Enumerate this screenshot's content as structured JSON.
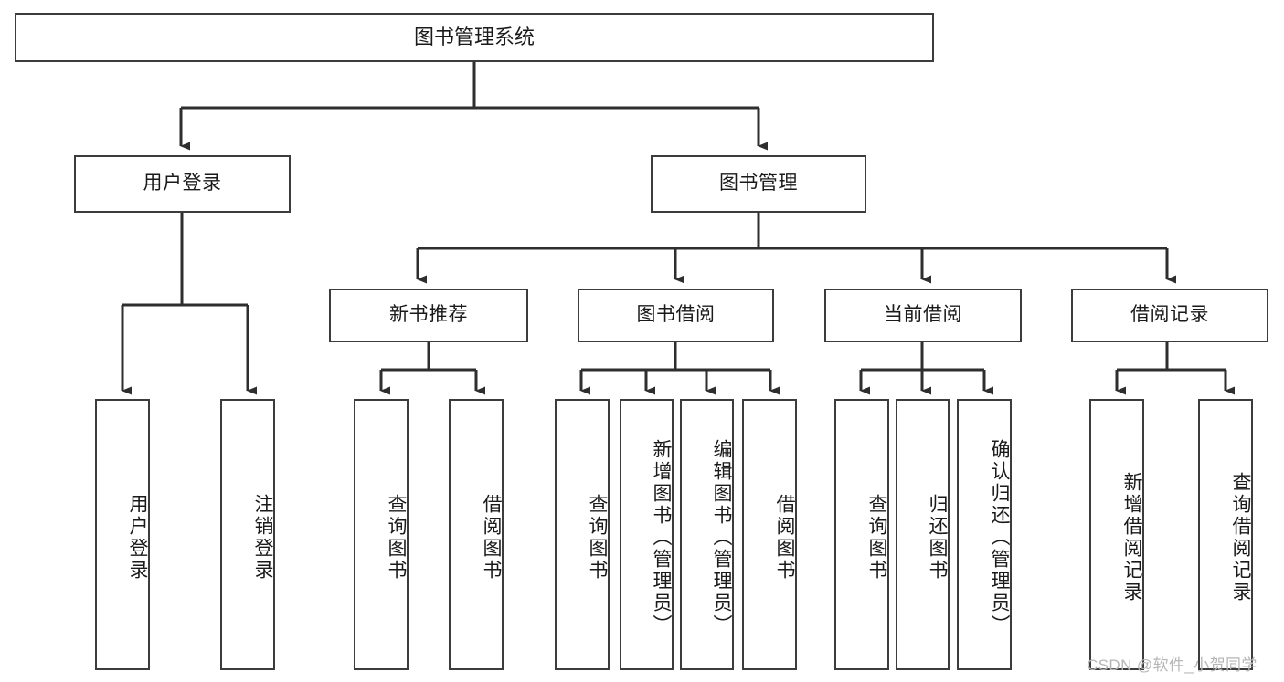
{
  "diagram": {
    "type": "tree-hierarchy",
    "title": "图书管理系统",
    "root": {
      "label": "图书管理系统"
    },
    "level2": [
      {
        "label": "用户登录"
      },
      {
        "label": "图书管理"
      }
    ],
    "level3": [
      {
        "label": "新书推荐"
      },
      {
        "label": "图书借阅"
      },
      {
        "label": "当前借阅"
      },
      {
        "label": "借阅记录"
      }
    ],
    "leaves": {
      "user_login": [
        {
          "label": "用户登录"
        },
        {
          "label": "注销登录"
        }
      ],
      "new_book_recommend": [
        {
          "label": "查询图书"
        },
        {
          "label": "借阅图书"
        }
      ],
      "book_borrow": [
        {
          "label": "查询图书"
        },
        {
          "label": "新增图书（管理员）"
        },
        {
          "label": "编辑图书（管理员）"
        },
        {
          "label": "借阅图书"
        }
      ],
      "current_borrow": [
        {
          "label": "查询图书"
        },
        {
          "label": "归还图书"
        },
        {
          "label": "确认归还（管理员）"
        }
      ],
      "borrow_record": [
        {
          "label": "新增借阅记录"
        },
        {
          "label": "查询借阅记录"
        }
      ]
    }
  },
  "watermark": {
    "text": "CSDN @软件_小贺同学"
  },
  "colors": {
    "stroke": "#3c3c3c",
    "text": "#1a1a1a",
    "background": "#ffffff",
    "watermark": "#b6b6b6"
  }
}
